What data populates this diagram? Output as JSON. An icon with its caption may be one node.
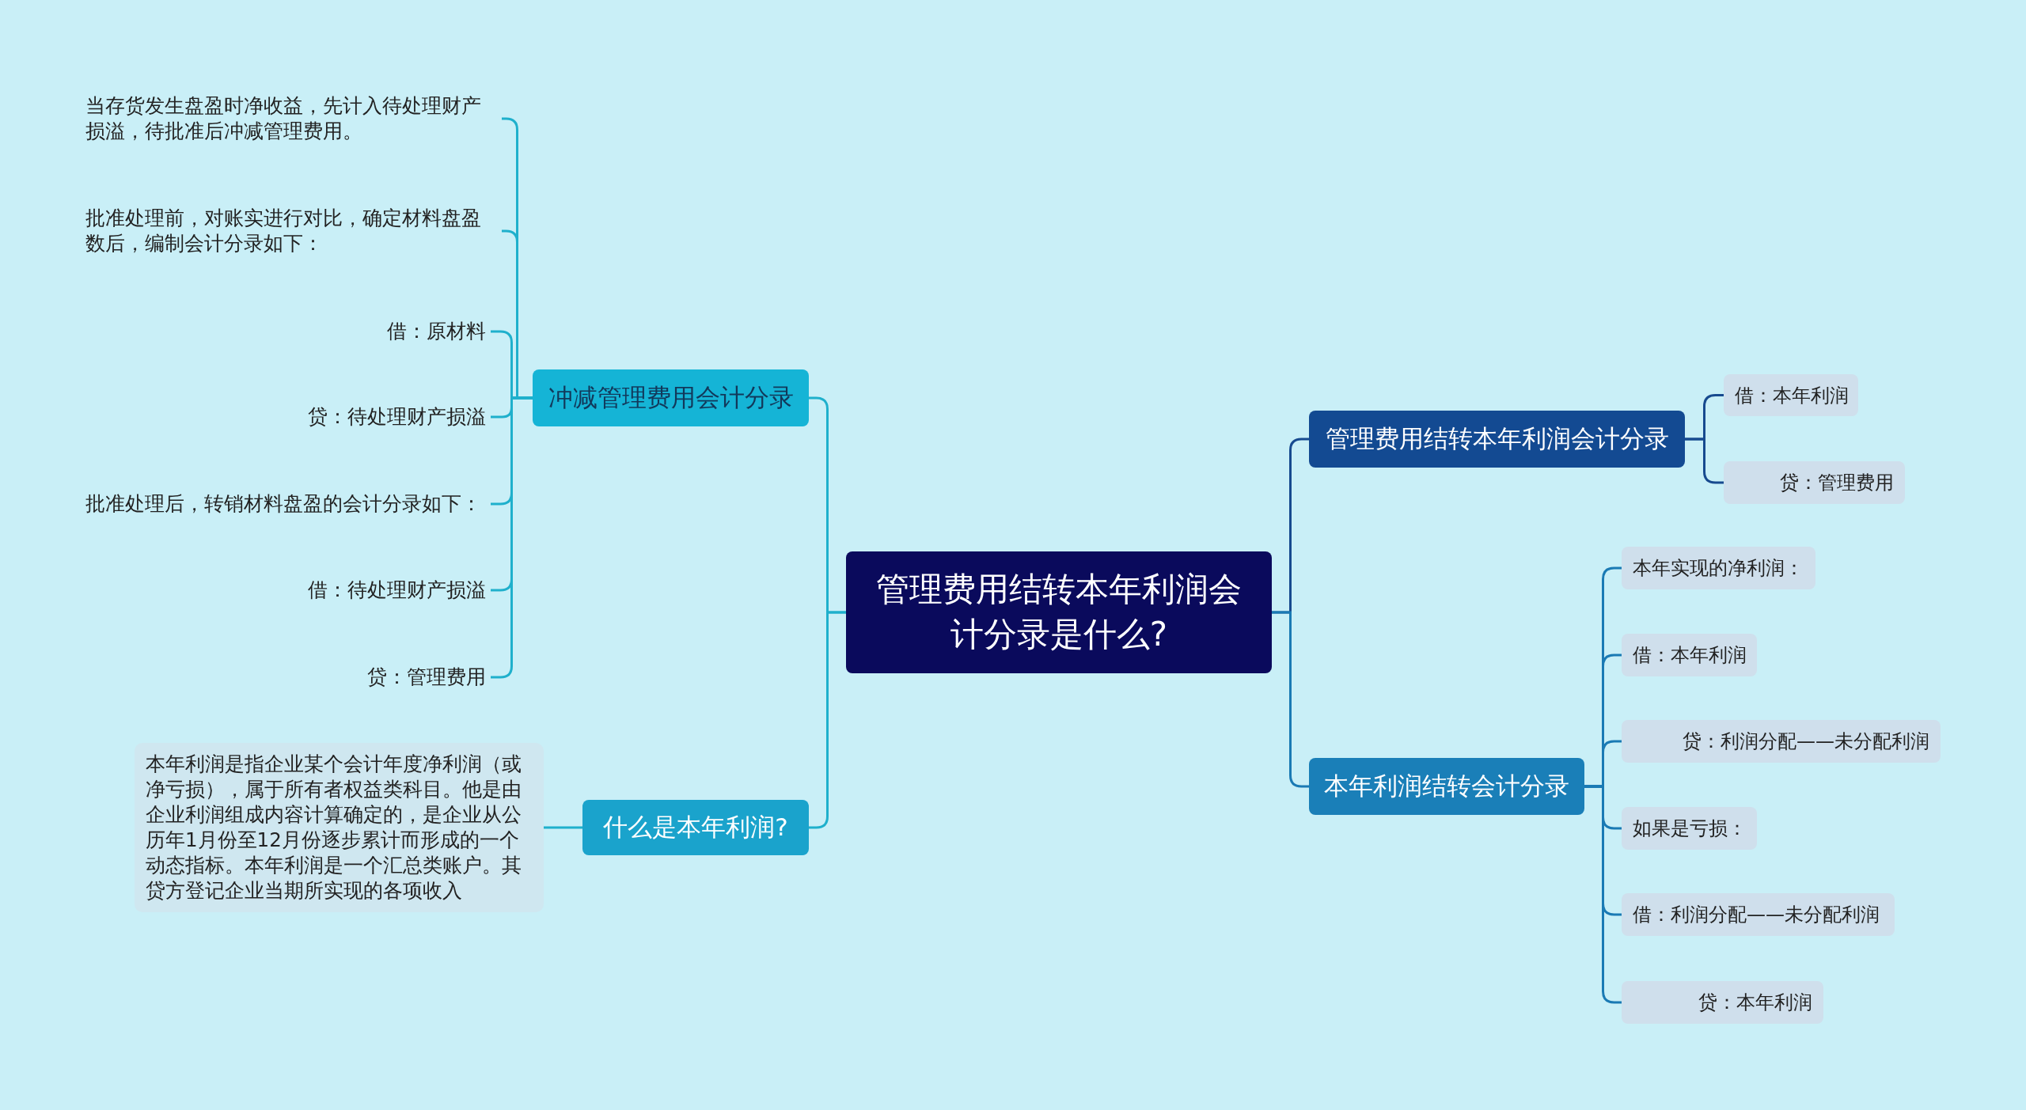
{
  "diagram": {
    "nodes": [
      {
        "text": [
          "管理费用结转本年利润会计分录是什么?"
        ]
      },
      {
        "text": [
          "冲减管理费用会计分录"
        ]
      },
      {
        "text": [
          "当存货发生盘盈时净收益，先计入待处理财产损溢，待批准后冲减管理费用。"
        ]
      },
      {
        "text": [
          "批准处理前，对账实进行对比，确定材料盘盈数后，编制会计分录如下："
        ]
      },
      {
        "text": [
          "借：原材料"
        ]
      },
      {
        "text": [
          "贷：待处理财产损溢"
        ]
      },
      {
        "text": [
          "批准处理后，转销材料盘盈的会计分录如下："
        ]
      },
      {
        "text": [
          "借：待处理财产损溢"
        ]
      },
      {
        "text": [
          "贷：管理费用"
        ]
      },
      {
        "text": [
          "什么是本年利润?"
        ]
      },
      {
        "text": [
          "本年利润是指企业某个会计年度净利润（或净亏损），属于所有者权益类科目。他是由企业利润组成内容计算确定的，是企业从公历年1月份至12月份逐步累计而形成的一个动态指标。本年利润是一个汇总类账户。其贷方登记企业当期所实现的各项收入"
        ]
      },
      {
        "text": [
          "管理费用结转本年利润会计分录"
        ]
      },
      {
        "text": [
          "借：本年利润"
        ]
      },
      {
        "text": [
          "贷：管理费用"
        ]
      },
      {
        "text": [
          "本年利润结转会计分录"
        ]
      },
      {
        "text": [
          "本年实现的净利润："
        ]
      },
      {
        "text": [
          "借：本年利润"
        ]
      },
      {
        "text": [
          "贷：利润分配——未分配利润"
        ]
      },
      {
        "text": [
          "如果是亏损："
        ]
      },
      {
        "text": [
          "借：利润分配——未分配利润"
        ]
      },
      {
        "text": [
          "贷：本年利润"
        ]
      }
    ],
    "edges": [
      {
        "from": 0,
        "to": 1,
        "arrow": "none"
      },
      {
        "from": 1,
        "to": 2,
        "arrow": "none"
      },
      {
        "from": 1,
        "to": 3,
        "arrow": "none"
      },
      {
        "from": 1,
        "to": 4,
        "arrow": "none"
      },
      {
        "from": 1,
        "to": 5,
        "arrow": "none"
      },
      {
        "from": 1,
        "to": 6,
        "arrow": "none"
      },
      {
        "from": 1,
        "to": 7,
        "arrow": "none"
      },
      {
        "from": 1,
        "to": 8,
        "arrow": "none"
      },
      {
        "from": 0,
        "to": 9,
        "arrow": "none"
      },
      {
        "from": 9,
        "to": 10,
        "arrow": "none"
      },
      {
        "from": 0,
        "to": 11,
        "arrow": "none",
        "color": "#174a8f"
      },
      {
        "from": 11,
        "to": 12,
        "arrow": "none",
        "color": "#174a8f"
      },
      {
        "from": 11,
        "to": 13,
        "arrow": "none",
        "color": "#174a8f"
      },
      {
        "from": 0,
        "to": 14,
        "arrow": "none",
        "color": "#1a7ab4"
      },
      {
        "from": 14,
        "to": 15,
        "arrow": "none",
        "color": "#1a7ab4"
      },
      {
        "from": 14,
        "to": 16,
        "arrow": "none",
        "color": "#1a7ab4"
      },
      {
        "from": 14,
        "to": 17,
        "arrow": "none",
        "color": "#1a7ab4"
      },
      {
        "from": 14,
        "to": 18,
        "arrow": "none",
        "color": "#1a7ab4"
      },
      {
        "from": 14,
        "to": 19,
        "arrow": "none",
        "color": "#1a7ab4"
      },
      {
        "from": 14,
        "to": 20,
        "arrow": "none",
        "color": "#1a7ab4"
      }
    ]
  }
}
